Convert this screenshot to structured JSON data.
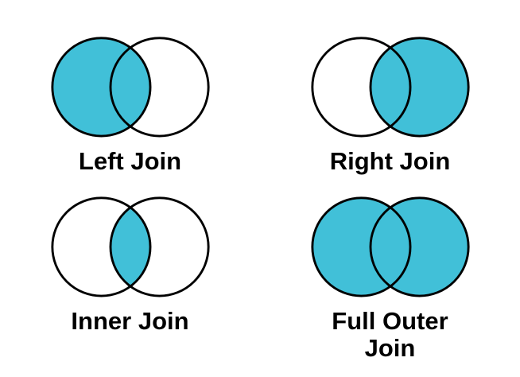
{
  "page": {
    "background": "#ffffff"
  },
  "colors": {
    "highlight_fill": "#41c0d8",
    "circle_outline": "#000000",
    "label_text": "#000000"
  },
  "diagrams": [
    {
      "label": "Left Join",
      "highlight": "left",
      "regions": {
        "left_circle": "filled",
        "intersection": "filled",
        "right_circle": "empty"
      }
    },
    {
      "label": "Right Join",
      "highlight": "right",
      "regions": {
        "left_circle": "empty",
        "intersection": "filled",
        "right_circle": "filled"
      }
    },
    {
      "label": "Inner Join",
      "highlight": "inner",
      "regions": {
        "left_circle": "empty",
        "intersection": "filled",
        "right_circle": "empty"
      }
    },
    {
      "label": "Full Outer Join",
      "highlight": "full",
      "regions": {
        "left_circle": "filled",
        "intersection": "filled",
        "right_circle": "filled"
      }
    }
  ]
}
